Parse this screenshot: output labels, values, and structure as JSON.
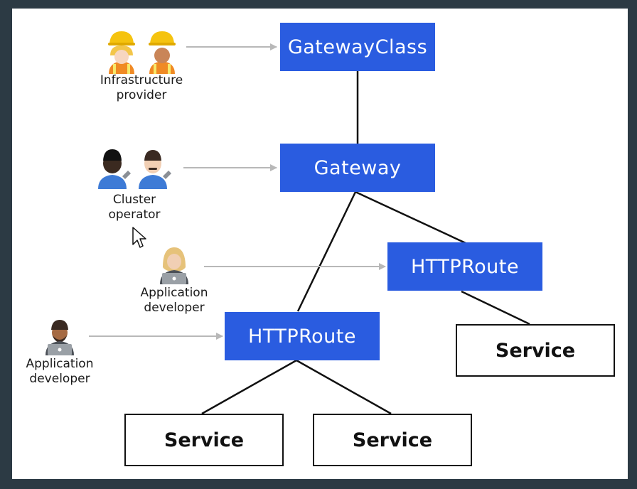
{
  "nodes": {
    "gateway_class": "GatewayClass",
    "gateway": "Gateway",
    "httproute_right": "HTTPRoute",
    "httproute_left": "HTTPRoute",
    "service_right": "Service",
    "service_left": "Service",
    "service_middle": "Service"
  },
  "personas": {
    "infrastructure_provider": {
      "line1": "Infrastructure",
      "line2": "provider"
    },
    "cluster_operator": {
      "line1": "Cluster",
      "line2": "operator"
    },
    "app_developer_1": {
      "line1": "Application",
      "line2": "developer"
    },
    "app_developer_2": {
      "line1": "Application",
      "line2": "developer"
    }
  },
  "colors": {
    "node_blue": "#2a5ce0",
    "arrow_gray": "#b8b8b8",
    "frame": "#2c3a44"
  }
}
